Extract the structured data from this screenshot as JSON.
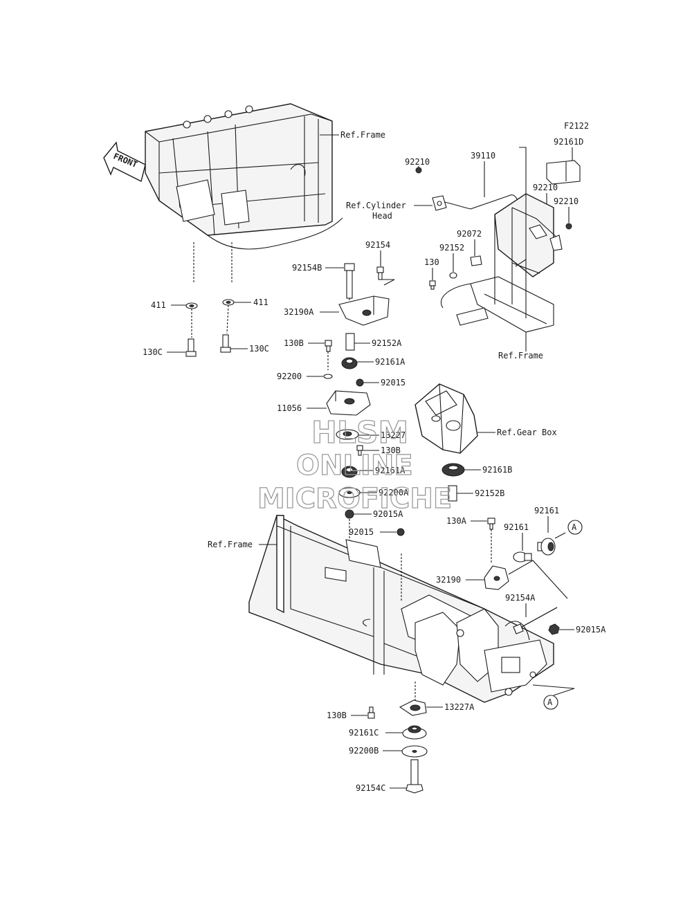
{
  "diagram_code": "F2122",
  "front_arrow": "FRONT",
  "watermark": [
    "HLSM",
    "ONLINE",
    "MICROFICHE"
  ],
  "circle_ref": "A",
  "labels": {
    "ref_frame_top": "Ref.Frame",
    "ref_frame_right": "Ref.Frame",
    "ref_frame_bottom": "Ref.Frame",
    "ref_cyl_1": "Ref.Cylinder",
    "ref_cyl_2": "Head",
    "ref_gearbox": "Ref.Gear Box",
    "p92161D": "92161D",
    "p92210_a": "92210",
    "p39110": "39110",
    "p92210_b": "92210",
    "p92210_c": "92210",
    "p92072": "92072",
    "p92152": "92152",
    "p130": "130",
    "p92154": "92154",
    "p92154B": "92154B",
    "p32190A": "32190A",
    "p130B_a": "130B",
    "p92152A": "92152A",
    "p92161A_a": "92161A",
    "p92200": "92200",
    "p92015_a": "92015",
    "p11056": "11056",
    "p13227": "13227",
    "p130B_b": "130B",
    "p92161A_b": "92161A",
    "p92200A": "92200A",
    "p92015A_a": "92015A",
    "p411_l": "411",
    "p411_r": "411",
    "p130C_l": "130C",
    "p130C_r": "130C",
    "p92161B": "92161B",
    "p92152B": "92152B",
    "p92161_a": "92161",
    "p92161_b": "92161",
    "p130A": "130A",
    "p92015_b": "92015",
    "p32190": "32190",
    "p92154A": "92154A",
    "p92015A_b": "92015A",
    "p13227A": "13227A",
    "p130B_c": "130B",
    "p92161C": "92161C",
    "p92200B": "92200B",
    "p92154C": "92154C"
  }
}
